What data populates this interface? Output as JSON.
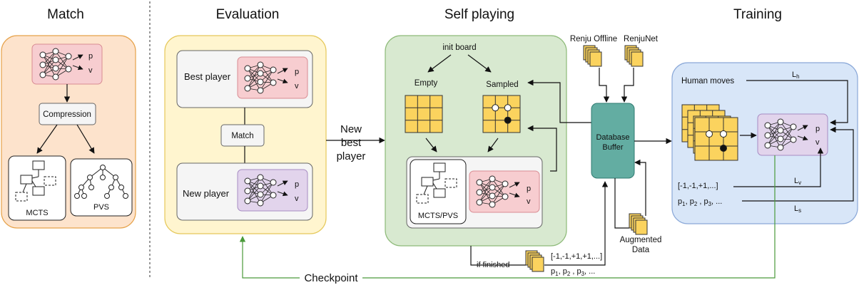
{
  "sections": {
    "match": "Match",
    "evaluation": "Evaluation",
    "self_playing": "Self playing",
    "training": "Training"
  },
  "nn": {
    "p": "p",
    "v": "v"
  },
  "match_panel": {
    "compression": "Compression",
    "mcts": "MCTS",
    "pvs": "PVS"
  },
  "evaluation_panel": {
    "best_player": "Best player",
    "new_player": "New player",
    "match": "Match",
    "new_best_line1": "New",
    "new_best_line2": "best",
    "new_best_line3": "player"
  },
  "self_play_panel": {
    "init_board": "init board",
    "empty": "Empty",
    "sampled": "Sampled",
    "mcts_pvs": "MCTS/PVS",
    "if_finished": "if finished",
    "result_vector": "[-1,-1,+1,+1,...]",
    "p_seq": "p",
    "p1_sub": "1",
    "p2_sub": "2",
    "p3_sub": "3",
    "ellipsis": ", ..."
  },
  "database": {
    "renju_offline": "Renju Offline",
    "renjunet": "RenjuNet",
    "label_line1": "Database",
    "label_line2": "Buffer",
    "augmented_line1": "Augmented",
    "augmented_line2": "Data"
  },
  "training_panel": {
    "human_moves": "Human moves",
    "lh_main": "L",
    "lh_sub": "h",
    "lv_main": "L",
    "lv_sub": "v",
    "ls_main": "L",
    "ls_sub": "s",
    "result_vector": "[-1,-1,+1,...]",
    "p_seq": "p"
  },
  "checkpoint": "Checkpoint",
  "colors": {
    "match_panel": "#fde3cc",
    "match_border": "#e6a24a",
    "eval_panel": "#fff5cf",
    "eval_border": "#e5c85a",
    "self_panel": "#d8e9d0",
    "self_border": "#8dba78",
    "train_panel": "#d8e6f8",
    "train_border": "#8aa8d8",
    "nn_red": "#f7cdd0",
    "nn_purple": "#e2d4ec",
    "board": "#fbd35e",
    "database": "#63ada2",
    "checkpoint_line": "#4a9a3a"
  }
}
